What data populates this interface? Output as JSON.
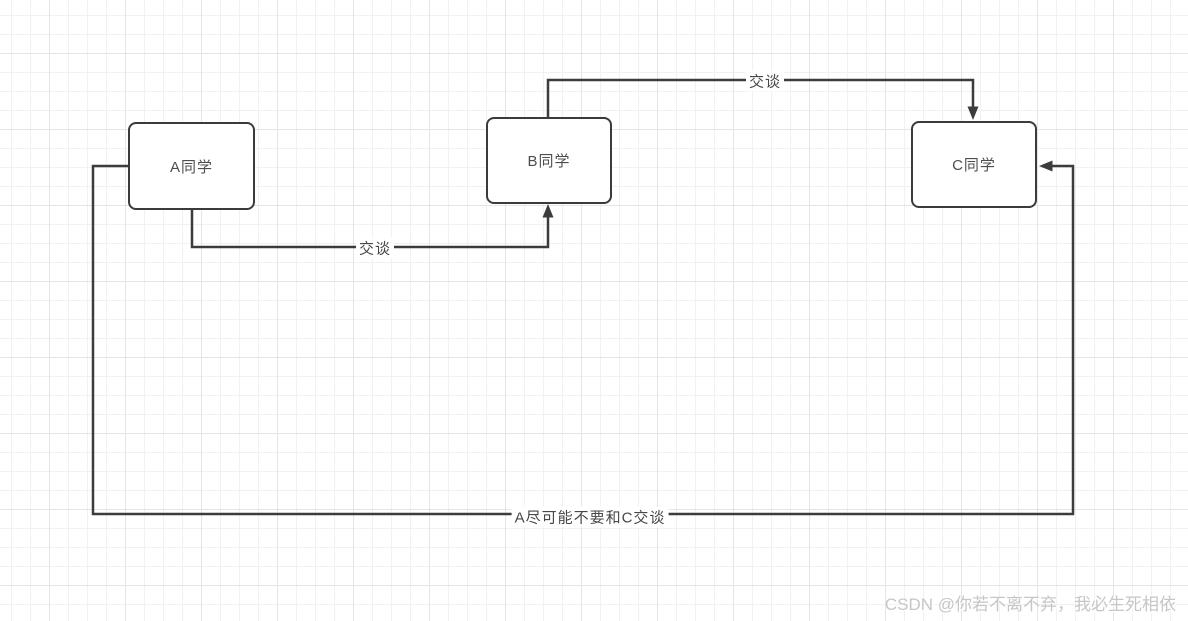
{
  "diagram": {
    "nodes": [
      {
        "id": "A",
        "label": "A同学"
      },
      {
        "id": "B",
        "label": "B同学"
      },
      {
        "id": "C",
        "label": "C同学"
      }
    ],
    "edges": [
      {
        "from": "A",
        "to": "B",
        "label": "交谈"
      },
      {
        "from": "B",
        "to": "C",
        "label": "交谈"
      },
      {
        "from": "A",
        "to": "C",
        "label": "A尽可能不要和C交谈"
      }
    ],
    "colors": {
      "line": "#3c3c3c",
      "node_border": "#3b3b3b",
      "node_fill": "#ffffff",
      "node_text": "#4d4d4d",
      "grid_minor": "#f1f1f1",
      "grid_major": "#e5e5e5",
      "watermark": "#c6c6c6"
    }
  },
  "watermark": {
    "text": "CSDN @你若不离不弃，我必生死相依"
  }
}
